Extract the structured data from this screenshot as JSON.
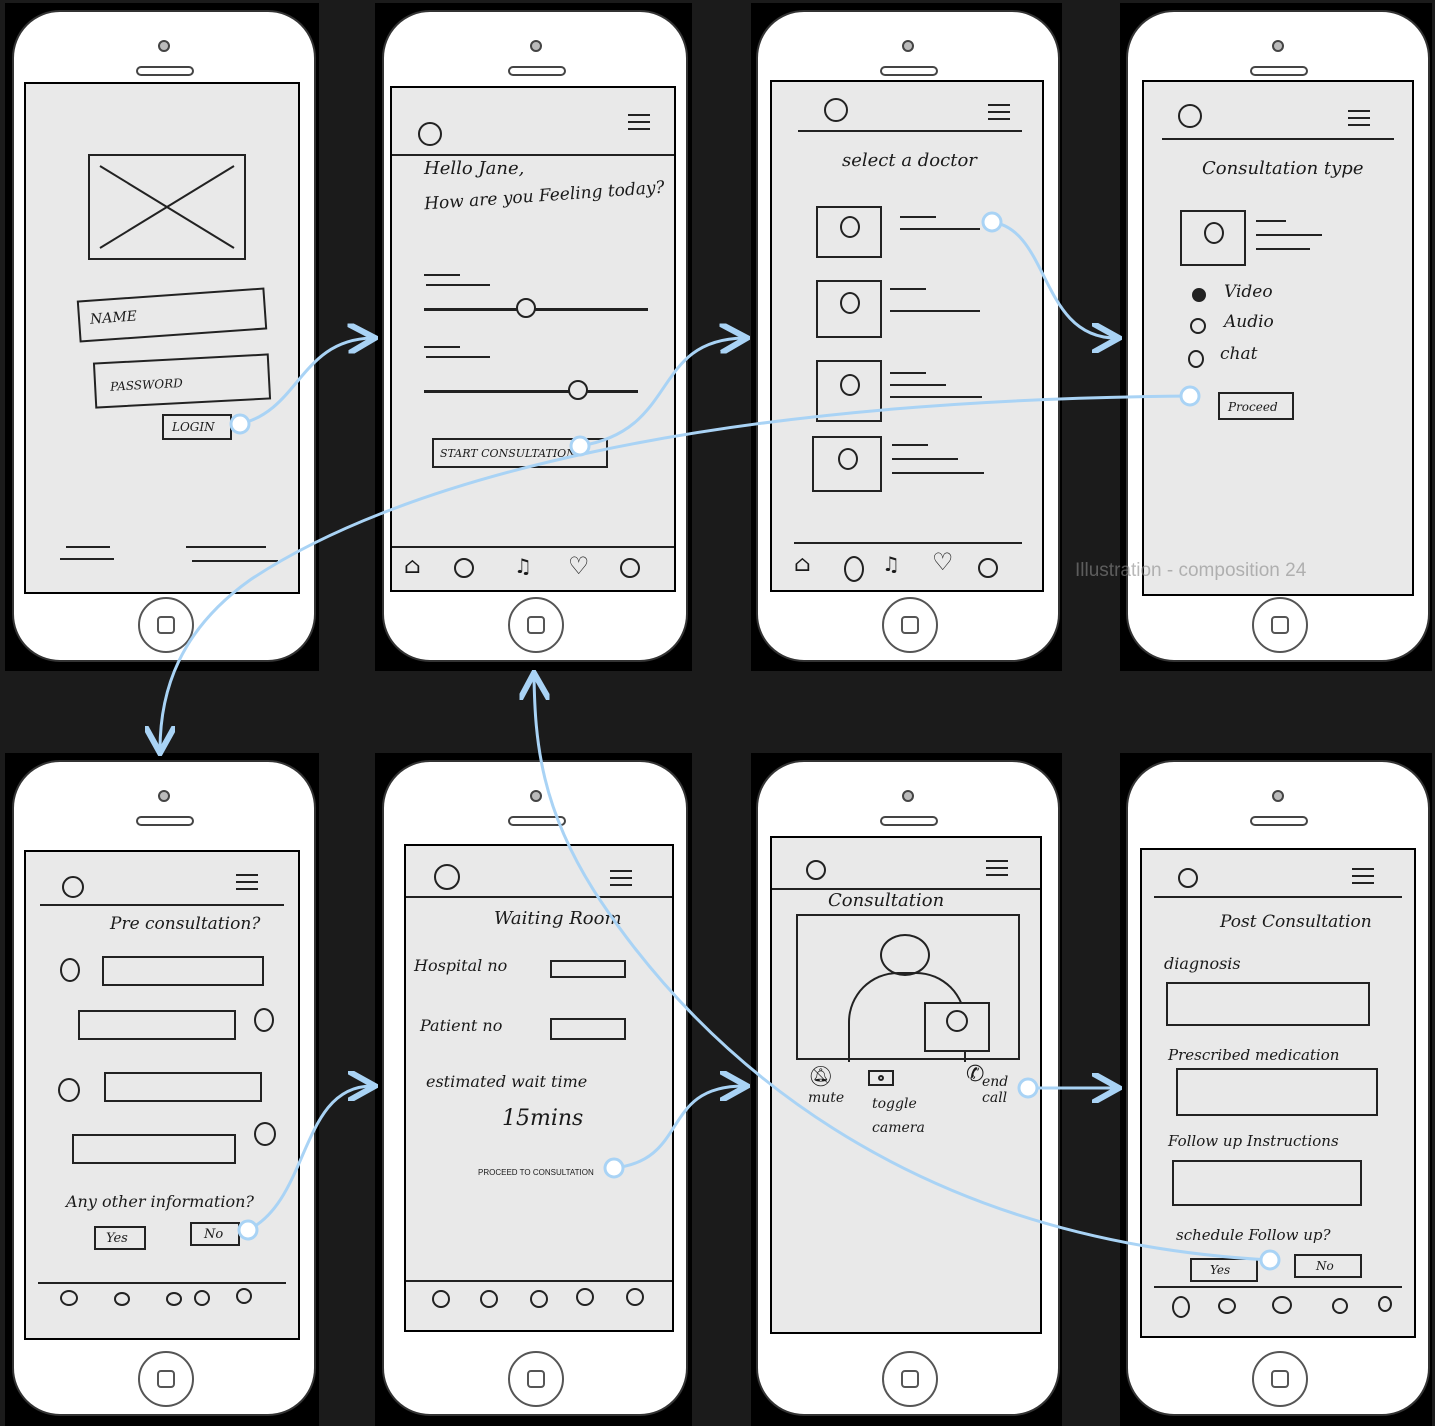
{
  "screens": {
    "login": {
      "name_field": "NAME",
      "password_field": "PASSWORD",
      "login_button": "LOGIN"
    },
    "home": {
      "greeting_line1": "Hello Jane,",
      "greeting_line2": "How are you Feeling today?",
      "start_button": "START CONSULTATION"
    },
    "select_doctor": {
      "title": "select a doctor"
    },
    "consultation_type": {
      "title": "Consultation type",
      "options": [
        "Video",
        "Audio",
        "chat"
      ],
      "proceed_button": "Proceed"
    },
    "pre_consultation": {
      "title": "Pre consultation?",
      "question": "Any other information?",
      "yes": "Yes",
      "no": "No"
    },
    "waiting_room": {
      "title": "Waiting Room",
      "hospital_label": "Hospital no",
      "patient_label": "Patient no",
      "wait_label": "estimated wait time",
      "wait_value": "15mins",
      "proceed_link": "PROCEED TO CONSULTATION"
    },
    "consultation": {
      "title": "Consultation",
      "mute": "mute",
      "toggle_camera": "toggle camera",
      "end_call": "end call"
    },
    "post_consultation": {
      "title": "Post Consultation",
      "diagnosis": "diagnosis",
      "medication": "Prescribed medication",
      "followup": "Follow up Instructions",
      "schedule": "schedule Follow up?",
      "yes": "Yes",
      "no": "No"
    }
  },
  "watermark": "Illustration - composition 24",
  "colors": {
    "background": "#1b1b1b",
    "flow_line": "#a9d3f5",
    "paper": "#e9e9e9"
  }
}
